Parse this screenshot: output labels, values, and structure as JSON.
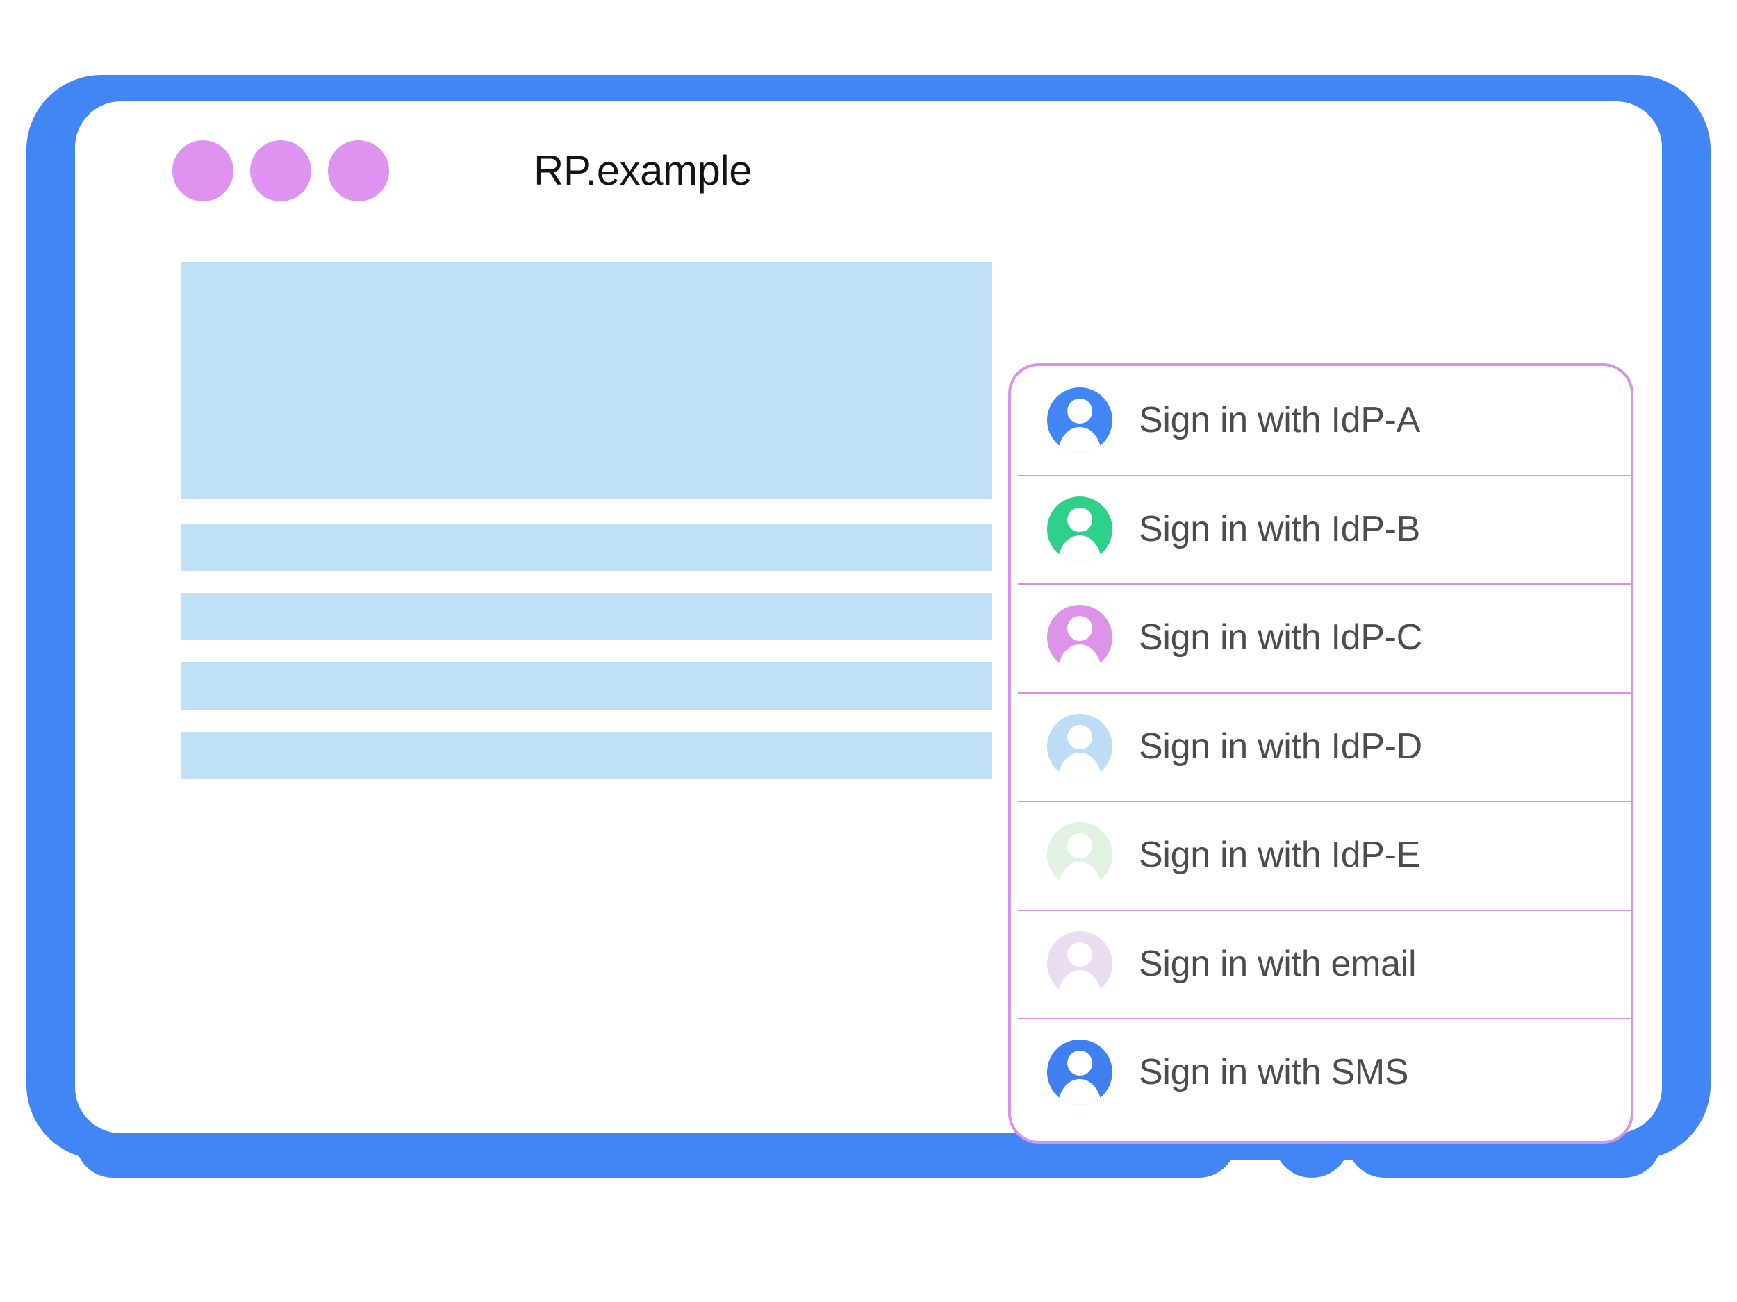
{
  "browser_window": {
    "title": "RP.example",
    "window_dots": [
      "window-dot-1",
      "window-dot-2",
      "window-dot-3"
    ],
    "dot_color": "#DD93EF",
    "frame_color": "#4285F4",
    "home_button": "home-button"
  },
  "page_content": {
    "placeholder_blocks": [
      {
        "name": "hero-placeholder",
        "kind": "hero"
      },
      {
        "name": "text-placeholder-1",
        "kind": "line"
      },
      {
        "name": "text-placeholder-2",
        "kind": "line"
      },
      {
        "name": "text-placeholder-3",
        "kind": "line"
      },
      {
        "name": "text-placeholder-4",
        "kind": "line"
      }
    ],
    "placeholder_color": "#BFE0F6"
  },
  "account_chooser": {
    "border_color": "#D892E8",
    "text_color": "#4C4C4C",
    "accounts": [
      {
        "label": "Sign in with IdP-A",
        "avatar_icon": "person-avatar-icon",
        "avatar_color": "#4285F4"
      },
      {
        "label": "Sign in with IdP-B",
        "avatar_icon": "person-avatar-icon",
        "avatar_color": "#2FD18A"
      },
      {
        "label": "Sign in with IdP-C",
        "avatar_icon": "person-avatar-icon",
        "avatar_color": "#DD93E8"
      },
      {
        "label": "Sign in with IdP-D",
        "avatar_icon": "person-avatar-icon",
        "avatar_color": "#BCDDF5"
      },
      {
        "label": "Sign in with IdP-E",
        "avatar_icon": "person-avatar-icon",
        "avatar_color": "#DFF3E0"
      },
      {
        "label": "Sign in with email",
        "avatar_icon": "person-avatar-icon",
        "avatar_color": "#EADDF2"
      },
      {
        "label": "Sign in with SMS",
        "avatar_icon": "person-avatar-icon",
        "avatar_color": "#3F7FF0"
      }
    ]
  }
}
